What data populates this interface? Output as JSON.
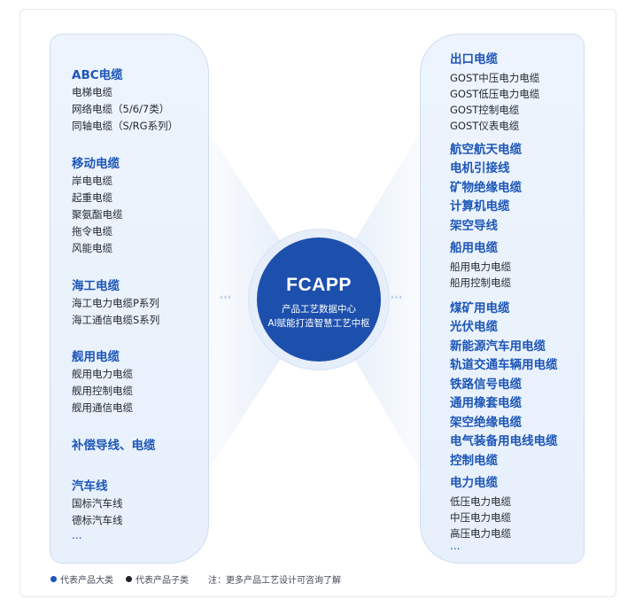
{
  "left_panel": {
    "groups": [
      {
        "title": "ABC电缆",
        "items": [
          "电梯电缆",
          "网络电缆（5/6/7类）",
          "同轴电缆（S/RG系列）"
        ]
      },
      {
        "title": "移动电缆",
        "items": [
          "岸电电缆",
          "起重电缆",
          "聚氨酯电缆",
          "拖令电缆",
          "风能电缆"
        ]
      },
      {
        "title": "海工电缆",
        "items": [
          "海工电力电缆P系列",
          "海工通信电缆S系列"
        ]
      },
      {
        "title": "舰用电缆",
        "items": [
          "舰用电力电缆",
          "舰用控制电缆",
          "舰用通信电缆"
        ]
      },
      {
        "title": "补偿导线、电缆",
        "items": []
      },
      {
        "title": "汽车线",
        "items": [
          "国标汽车线",
          "德标汽车线"
        ]
      }
    ],
    "more": "..."
  },
  "right_panel": {
    "groups": [
      {
        "title": "出口电缆",
        "items": [
          "GOST中压电力电缆",
          "GOST低压电力电缆",
          "GOST控制电缆",
          "GOST仪表电缆"
        ]
      },
      {
        "titles": [
          "航空航天电缆",
          "电机引接线",
          "矿物绝缘电缆",
          "计算机电缆",
          "架空导线"
        ]
      },
      {
        "title": "船用电缆",
        "items": [
          "船用电力电缆",
          "船用控制电缆"
        ]
      },
      {
        "titles": [
          "煤矿用电缆",
          "光伏电缆",
          "新能源汽车用电缆",
          "轨道交通车辆用电缆",
          "铁路信号电缆",
          "通用橡套电缆",
          "架空绝缘电缆",
          "电气装备用电线电缆",
          "控制电缆"
        ]
      },
      {
        "title": "电力电缆",
        "items": [
          "低压电力电缆",
          "中压电力电缆",
          "高压电力电缆"
        ]
      }
    ],
    "more": "..."
  },
  "center": {
    "title": "FCAPP",
    "line1": "产品工艺数据中心",
    "line2": "AI赋能打造智慧工艺中枢"
  },
  "arrows": {
    "left": "‹‹‹",
    "right": "›››"
  },
  "legend": {
    "primary": {
      "label": "代表产品大类",
      "color": "#1d56b8"
    },
    "secondary": {
      "label": "代表产品子类",
      "color": "#222222"
    },
    "note": "注：更多产品工艺设计可咨询了解"
  },
  "colors": {
    "accent": "#1d56b8",
    "hub": "#1d4fad",
    "panel_bg": "#edf4fd"
  }
}
